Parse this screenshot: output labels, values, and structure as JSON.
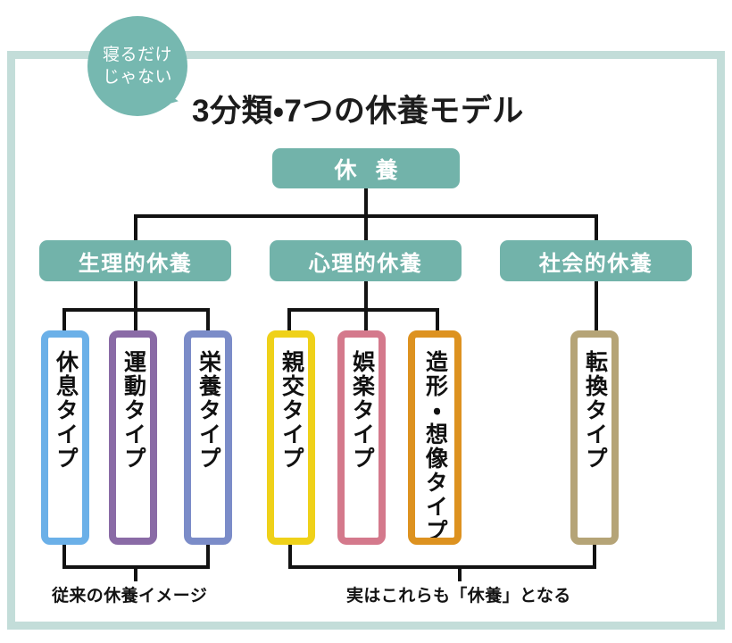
{
  "frame": {
    "border_color": "#c3ddd9"
  },
  "bubble": {
    "line1": "寝るだけ",
    "line2": "じゃない",
    "color": "#76b8b0"
  },
  "title": "3分類・7つの休養モデル",
  "root": {
    "label": "休 養",
    "color": "#72b3aa"
  },
  "categories": [
    {
      "label": "生理的休養",
      "color": "#72b3aa"
    },
    {
      "label": "心理的休養",
      "color": "#72b3aa"
    },
    {
      "label": "社会的休養",
      "color": "#72b3aa"
    }
  ],
  "types": [
    {
      "label": "休息タイプ",
      "color": "#6bb0e8",
      "group": "生理的休養"
    },
    {
      "label": "運動タイプ",
      "color": "#8a6ba6",
      "group": "生理的休養"
    },
    {
      "label": "栄養タイプ",
      "color": "#7b8cc8",
      "group": "生理的休養"
    },
    {
      "label": "親交タイプ",
      "color": "#efd119",
      "group": "心理的休養"
    },
    {
      "label": "娯楽タイプ",
      "color": "#d4798c",
      "group": "心理的休養"
    },
    {
      "label": "造形・想像タイプ",
      "color": "#dd9220",
      "group": "心理的休養"
    },
    {
      "label": "転換タイプ",
      "color": "#b5a477",
      "group": "社会的休養"
    }
  ],
  "captions": [
    {
      "text": "従来の休養イメージ"
    },
    {
      "text": "実はこれらも「休養」となる"
    }
  ],
  "line_color": "#121212"
}
